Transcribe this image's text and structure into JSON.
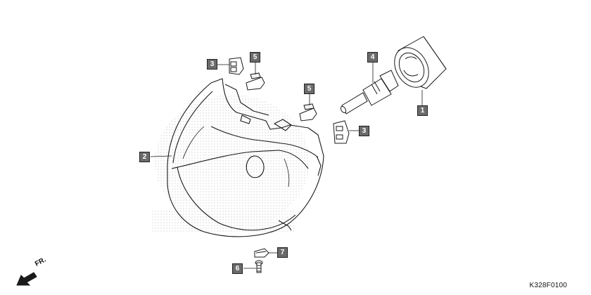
{
  "callouts": [
    {
      "id": "1",
      "part": "headlight-socket-cover"
    },
    {
      "id": "2",
      "part": "headlight-unit"
    },
    {
      "id": "3",
      "part": "socket-connector-upper"
    },
    {
      "id": "3",
      "part": "socket-connector-right"
    },
    {
      "id": "4",
      "part": "bulb"
    },
    {
      "id": "5",
      "part": "clip-upper"
    },
    {
      "id": "5",
      "part": "clip-middle"
    },
    {
      "id": "6",
      "part": "screw"
    },
    {
      "id": "7",
      "part": "grommet"
    }
  ],
  "direction_label": "FR.",
  "diagram_code": "K328F0100",
  "colors": {
    "line": "#1a1a1a",
    "callout_fill": "#6b6b6b",
    "stipple": "#b5b5b5"
  }
}
